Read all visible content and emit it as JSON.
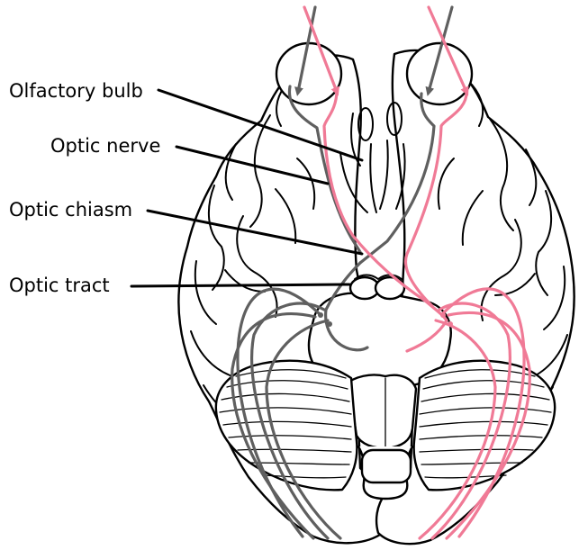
{
  "labels": {
    "olfactory_bulb": "Olfactory bulb",
    "optic_nerve": "Optic nerve",
    "optic_chiasm": "Optic chiasm",
    "optic_tract": "Optic tract"
  },
  "colors": {
    "left_visual_pathway": "#5f5f5f",
    "right_visual_pathway": "#f07a96",
    "outline": "#000000",
    "background": "#ffffff"
  }
}
